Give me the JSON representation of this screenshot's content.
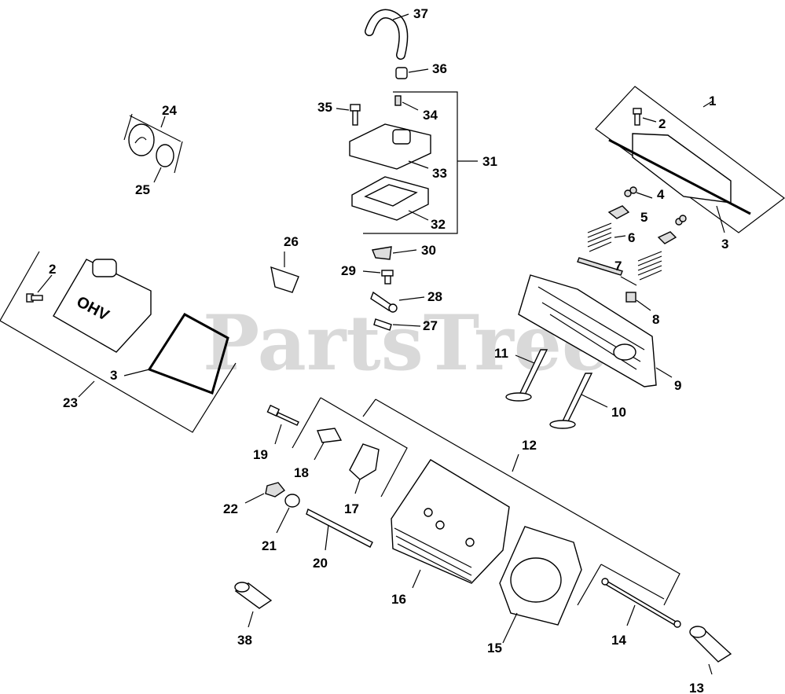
{
  "watermark": "PartsTree",
  "callouts": [
    "1",
    "2",
    "3",
    "4",
    "5",
    "6",
    "7",
    "8",
    "9",
    "10",
    "11",
    "12",
    "13",
    "14",
    "15",
    "16",
    "17",
    "18",
    "19",
    "20",
    "21",
    "22",
    "23",
    "24",
    "25",
    "26",
    "27",
    "28",
    "29",
    "30",
    "31",
    "32",
    "33",
    "34",
    "35",
    "36",
    "37",
    "38"
  ],
  "callout_2b": "2",
  "callout_3b": "3",
  "cover_emboss": "OHV"
}
